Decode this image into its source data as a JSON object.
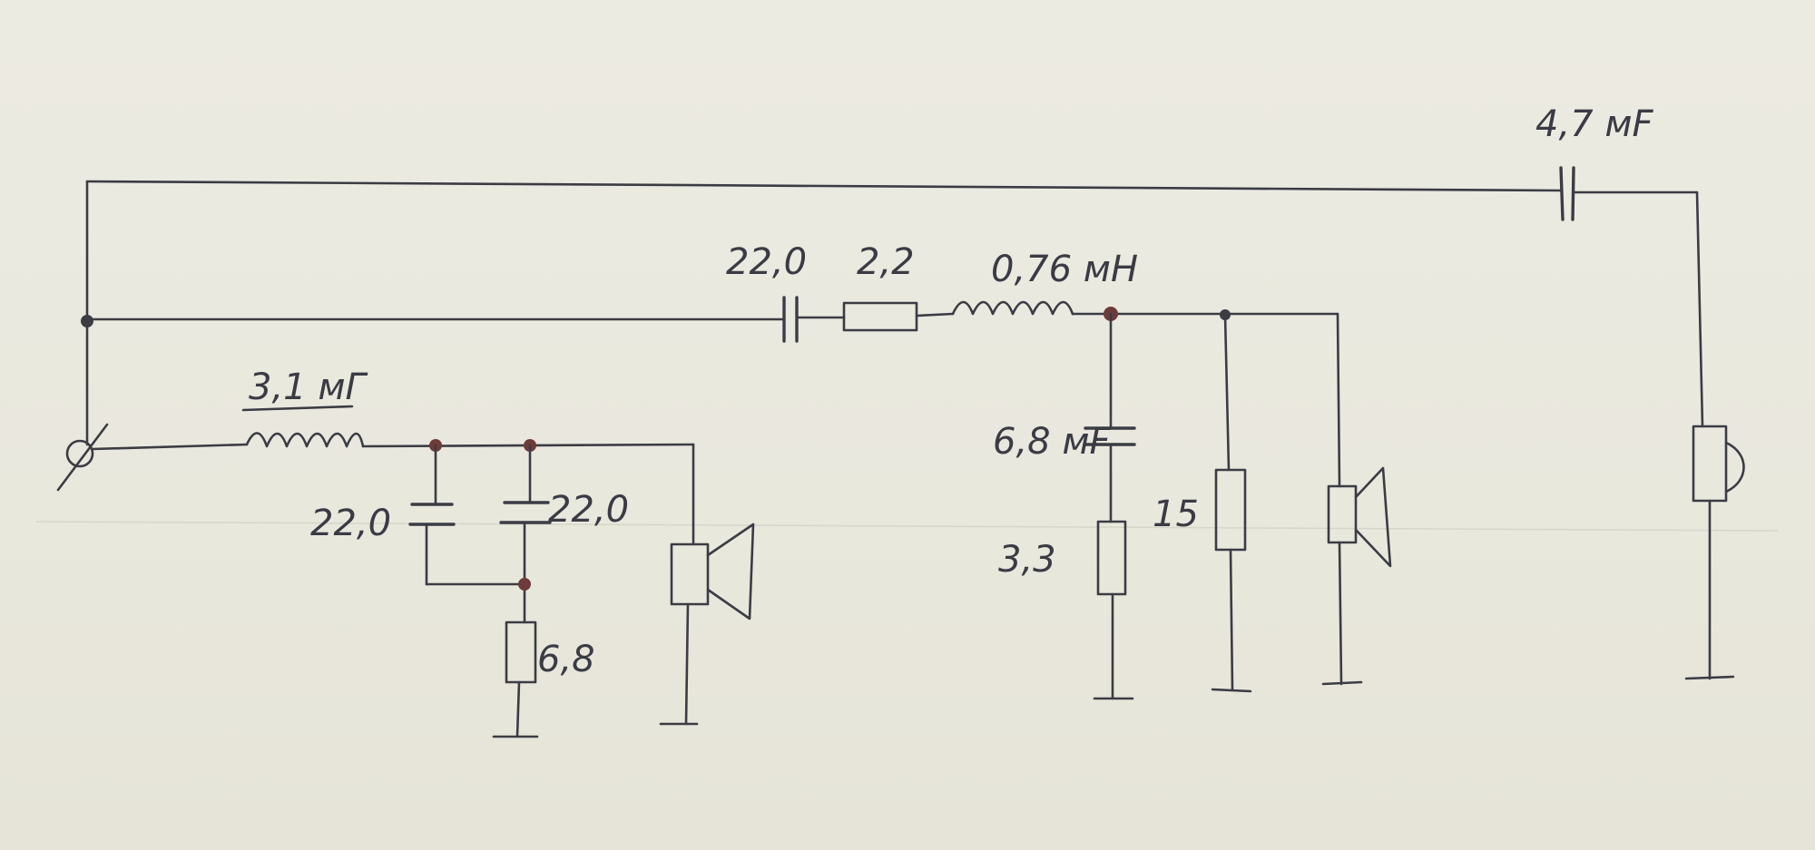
{
  "labels": {
    "c_treble": "4,7 мF",
    "c_mid_series": "22,0",
    "r_mid_series": "2,2",
    "l_mid": "0,76 мН",
    "c_mid_shunt": "6,8 мF",
    "r_mid_shunt": "3,3",
    "r_mid_parallel": "15",
    "l_bass": "3,1 мГ",
    "c_bass_1": "22,0",
    "c_bass_2": "22,0",
    "r_bass": "6,8"
  },
  "colors": {
    "ink": "#3b3c44",
    "paper": "#eceae0"
  }
}
